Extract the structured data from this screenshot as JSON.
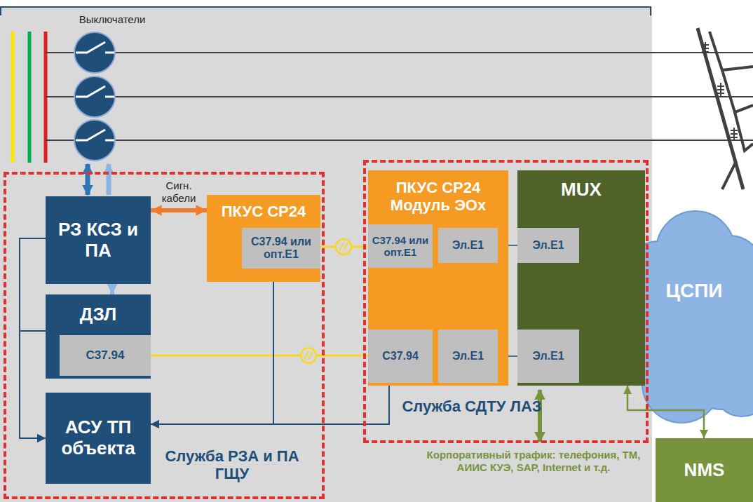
{
  "diagram": {
    "nodes": [
      {
        "text": [
          "Служба РЗА и ПА ГЩУ"
        ]
      },
      {
        "text": [
          "РЗ КСЗ и ПА"
        ],
        "in": 0
      },
      {
        "text": [
          "ДЗЛ"
        ],
        "in": 0
      },
      {
        "text": [
          "С37.94"
        ],
        "in": 2
      },
      {
        "text": [
          "АСУ ТП объекта"
        ],
        "in": 0
      },
      {
        "text": [
          "ПКУС СР24"
        ],
        "in": 0
      },
      {
        "text": [
          "С37.94 или опт.Е1"
        ],
        "in": 5
      },
      {
        "text": [
          "Служба СДТУ ЛАЗ"
        ]
      },
      {
        "text": [
          "ПКУС СР24",
          "Модуль ЭОх"
        ],
        "in": 7
      },
      {
        "text": [
          "С37.94 или опт.Е1"
        ],
        "in": 8
      },
      {
        "text": [
          "Эл.Е1"
        ],
        "in": 8
      },
      {
        "text": [
          "С37.94"
        ],
        "in": 8
      },
      {
        "text": [
          "Эл.Е1"
        ],
        "in": 8
      },
      {
        "text": [
          "MUX"
        ],
        "in": 7
      },
      {
        "text": [
          "Эл.Е1"
        ],
        "in": 13
      },
      {
        "text": [
          "Эл.Е1"
        ],
        "in": 13
      },
      {
        "text": [
          "ЦСПИ"
        ]
      },
      {
        "text": [
          "NMS"
        ]
      }
    ],
    "edges": [
      {
        "from": 1,
        "to": 5,
        "arrow": "both",
        "label": "Сигн. кабели"
      },
      {
        "from": 1,
        "to": 2,
        "arrow": "to"
      },
      {
        "from": 6,
        "to": 9,
        "arrow": "none"
      },
      {
        "from": 3,
        "to": 11,
        "arrow": "none"
      },
      {
        "from": 10,
        "to": 14,
        "arrow": "none"
      },
      {
        "from": 12,
        "to": 15,
        "arrow": "none"
      },
      {
        "from": 1,
        "to": 4,
        "arrow": "to"
      },
      {
        "from": 2,
        "to": 4,
        "arrow": "to"
      },
      {
        "from": 5,
        "to": 4,
        "arrow": "to"
      },
      {
        "from": 8,
        "to": 4,
        "arrow": "to"
      },
      {
        "from": 13,
        "to": 17,
        "arrow": "both"
      }
    ],
    "labels": [
      "Выключатели",
      "Корпоративный трафик: телефония, ТМ, АИИС КУЭ, SAP, Internet и т.д."
    ]
  }
}
